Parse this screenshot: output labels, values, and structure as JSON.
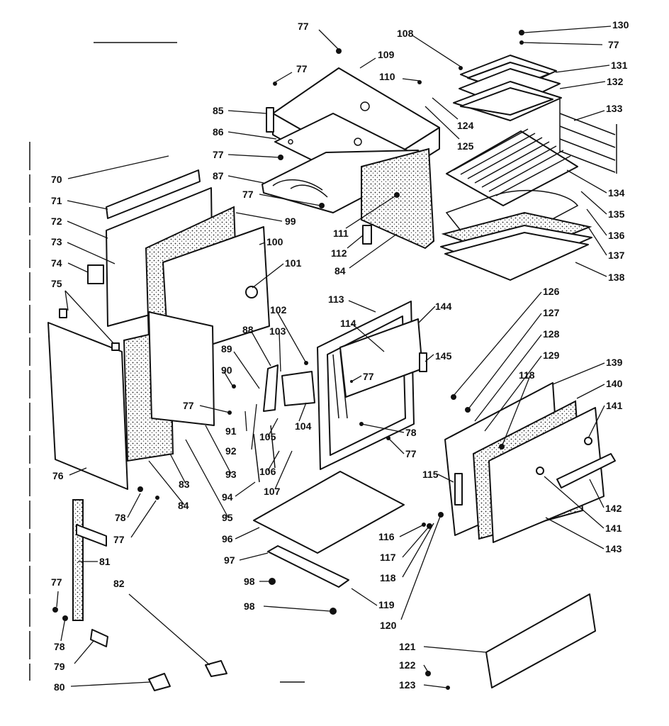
{
  "diagram": {
    "callouts": [
      {
        "id": "c77a",
        "text": "77"
      },
      {
        "id": "c108",
        "text": "108"
      },
      {
        "id": "c109",
        "text": "109"
      },
      {
        "id": "c130",
        "text": "130"
      },
      {
        "id": "c77b",
        "text": "77"
      },
      {
        "id": "c77c",
        "text": "77"
      },
      {
        "id": "c110",
        "text": "110"
      },
      {
        "id": "c131",
        "text": "131"
      },
      {
        "id": "c132",
        "text": "132"
      },
      {
        "id": "c85",
        "text": "85"
      },
      {
        "id": "c124",
        "text": "124"
      },
      {
        "id": "c133",
        "text": "133"
      },
      {
        "id": "c86",
        "text": "86"
      },
      {
        "id": "c125",
        "text": "125"
      },
      {
        "id": "c77d",
        "text": "77"
      },
      {
        "id": "c70",
        "text": "70"
      },
      {
        "id": "c87",
        "text": "87"
      },
      {
        "id": "c134",
        "text": "134"
      },
      {
        "id": "c71",
        "text": "71"
      },
      {
        "id": "c77e",
        "text": "77"
      },
      {
        "id": "c135",
        "text": "135"
      },
      {
        "id": "c72",
        "text": "72"
      },
      {
        "id": "c99",
        "text": "99"
      },
      {
        "id": "c111",
        "text": "111"
      },
      {
        "id": "c136",
        "text": "136"
      },
      {
        "id": "c73",
        "text": "73"
      },
      {
        "id": "c100",
        "text": "100"
      },
      {
        "id": "c137",
        "text": "137"
      },
      {
        "id": "c112",
        "text": "112"
      },
      {
        "id": "c74",
        "text": "74"
      },
      {
        "id": "c101",
        "text": "101"
      },
      {
        "id": "c84a",
        "text": "84"
      },
      {
        "id": "c138",
        "text": "138"
      },
      {
        "id": "c75",
        "text": "75"
      },
      {
        "id": "c126",
        "text": "126"
      },
      {
        "id": "c113",
        "text": "113"
      },
      {
        "id": "c144",
        "text": "144"
      },
      {
        "id": "c102",
        "text": "102"
      },
      {
        "id": "c127",
        "text": "127"
      },
      {
        "id": "c114",
        "text": "114"
      },
      {
        "id": "c88",
        "text": "88"
      },
      {
        "id": "c103",
        "text": "103"
      },
      {
        "id": "c128",
        "text": "128"
      },
      {
        "id": "c89",
        "text": "89"
      },
      {
        "id": "c145",
        "text": "145"
      },
      {
        "id": "c129",
        "text": "129"
      },
      {
        "id": "c139",
        "text": "139"
      },
      {
        "id": "c90",
        "text": "90"
      },
      {
        "id": "c77f",
        "text": "77"
      },
      {
        "id": "c118a",
        "text": "118"
      },
      {
        "id": "c140",
        "text": "140"
      },
      {
        "id": "c77g",
        "text": "77"
      },
      {
        "id": "c104",
        "text": "104"
      },
      {
        "id": "c141a",
        "text": "141"
      },
      {
        "id": "c91",
        "text": "91"
      },
      {
        "id": "c78a",
        "text": "78"
      },
      {
        "id": "c105",
        "text": "105"
      },
      {
        "id": "c92",
        "text": "92"
      },
      {
        "id": "c77h",
        "text": "77"
      },
      {
        "id": "c115",
        "text": "115"
      },
      {
        "id": "c106",
        "text": "106"
      },
      {
        "id": "c93",
        "text": "93"
      },
      {
        "id": "c76",
        "text": "76"
      },
      {
        "id": "c83",
        "text": "83"
      },
      {
        "id": "c107",
        "text": "107"
      },
      {
        "id": "c94",
        "text": "94"
      },
      {
        "id": "c142",
        "text": "142"
      },
      {
        "id": "c78b",
        "text": "78"
      },
      {
        "id": "c84b",
        "text": "84"
      },
      {
        "id": "c141b",
        "text": "141"
      },
      {
        "id": "c95",
        "text": "95"
      },
      {
        "id": "c116",
        "text": "116"
      },
      {
        "id": "c143",
        "text": "143"
      },
      {
        "id": "c96",
        "text": "96"
      },
      {
        "id": "c77i",
        "text": "77"
      },
      {
        "id": "c117",
        "text": "117"
      },
      {
        "id": "c81",
        "text": "81"
      },
      {
        "id": "c97",
        "text": "97"
      },
      {
        "id": "c118b",
        "text": "118"
      },
      {
        "id": "c82",
        "text": "82"
      },
      {
        "id": "c98a",
        "text": "98"
      },
      {
        "id": "c77j",
        "text": "77"
      },
      {
        "id": "c119",
        "text": "119"
      },
      {
        "id": "c98b",
        "text": "98"
      },
      {
        "id": "c120",
        "text": "120"
      },
      {
        "id": "c78c",
        "text": "78"
      },
      {
        "id": "c121",
        "text": "121"
      },
      {
        "id": "c79",
        "text": "79"
      },
      {
        "id": "c122",
        "text": "122"
      },
      {
        "id": "c80",
        "text": "80"
      },
      {
        "id": "c123",
        "text": "123"
      }
    ]
  }
}
